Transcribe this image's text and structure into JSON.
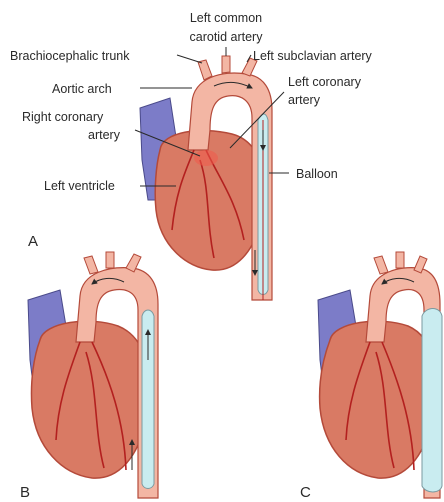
{
  "labels": {
    "left_common_carotid_1": "Left common",
    "left_common_carotid_2": "carotid artery",
    "brachiocephalic_trunk": "Brachiocephalic trunk",
    "left_subclavian_artery": "Left subclavian artery",
    "aortic_arch": "Aortic arch",
    "left_coronary_1": "Left coronary",
    "left_coronary_2": "artery",
    "right_coronary_1": "Right coronary",
    "right_coronary_2": "artery",
    "balloon": "Balloon",
    "left_ventricle": "Left ventricle"
  },
  "panels": {
    "a": "A",
    "b": "B",
    "c": "C"
  },
  "colors": {
    "heart": "#d97a64",
    "heart_dark": "#b44a3a",
    "vessel": "#f3b6a4",
    "atrium": "#7c7cc8",
    "balloon": "#c9ecf0",
    "coronary": "#b3201f",
    "line": "#2a2a2a"
  }
}
